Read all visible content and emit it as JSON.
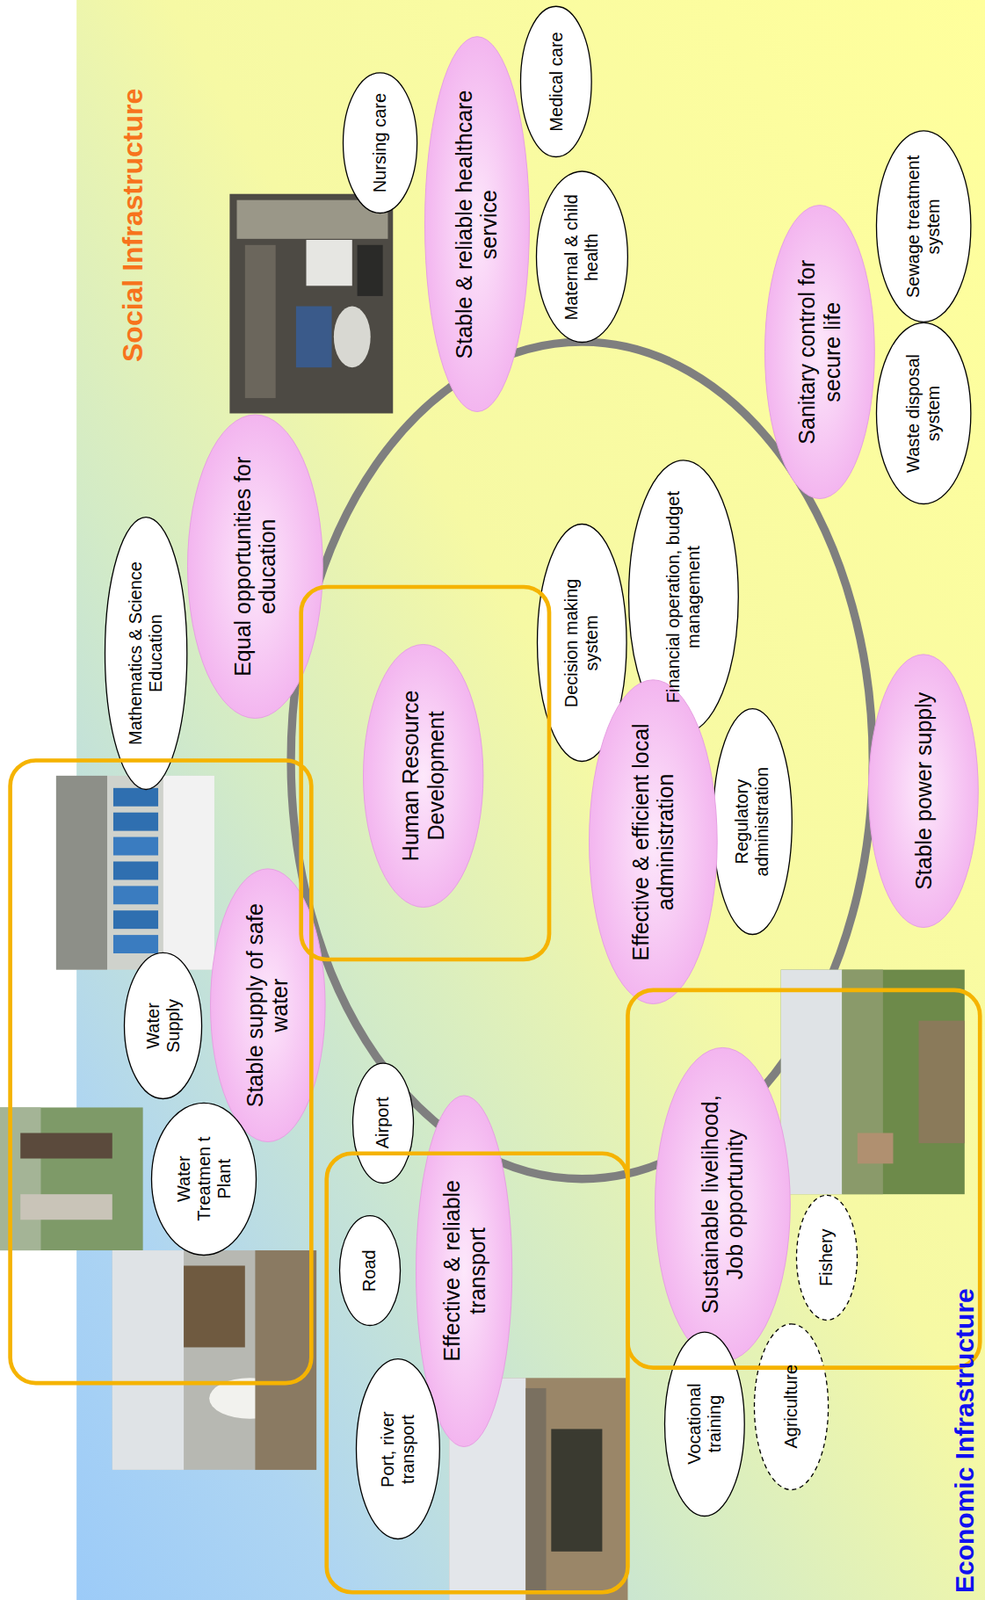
{
  "diagram": {
    "nodes": [
      {
        "text": [
          "Medical care"
        ]
      },
      {
        "text": [
          "Nursing care"
        ]
      },
      {
        "text": [
          "Stable & reliable healthcare service"
        ]
      },
      {
        "text": [
          "Maternal & child health"
        ]
      },
      {
        "text": [
          "Sewage treatment system"
        ]
      },
      {
        "text": [
          "Sanitary control for secure life"
        ]
      },
      {
        "text": [
          "Waste disposal system"
        ]
      },
      {
        "text": [
          "Mathematics & Science Education"
        ]
      },
      {
        "text": [
          "Equal opportunities for education"
        ]
      },
      {
        "text": [
          "Financial operation, budget management"
        ]
      },
      {
        "text": [
          "Decision making system"
        ]
      },
      {
        "text": [
          "Human Resource Development"
        ]
      },
      {
        "text": [
          "Stable power supply"
        ]
      },
      {
        "text": [
          "Regulatory administration"
        ]
      },
      {
        "text": [
          "Effective & efficient local administration"
        ]
      },
      {
        "text": [
          "Water Supply"
        ]
      },
      {
        "text": [
          "Stable supply of safe water"
        ]
      },
      {
        "text": [
          "Sustainable livelihood, Job opportunity"
        ]
      },
      {
        "text": [
          "Airport"
        ]
      },
      {
        "text": [
          "Water Treatmen t Plant"
        ]
      },
      {
        "text": [
          "Effective & reliable transport"
        ]
      },
      {
        "text": [
          "Road"
        ]
      },
      {
        "text": [
          "Fishery"
        ]
      },
      {
        "text": [
          "Port, river transport"
        ]
      },
      {
        "text": [
          "Vocational training"
        ]
      },
      {
        "text": [
          "Agriculture"
        ]
      }
    ],
    "labels": [
      "Social Infrastructure",
      "Economic Infrastructure"
    ]
  }
}
